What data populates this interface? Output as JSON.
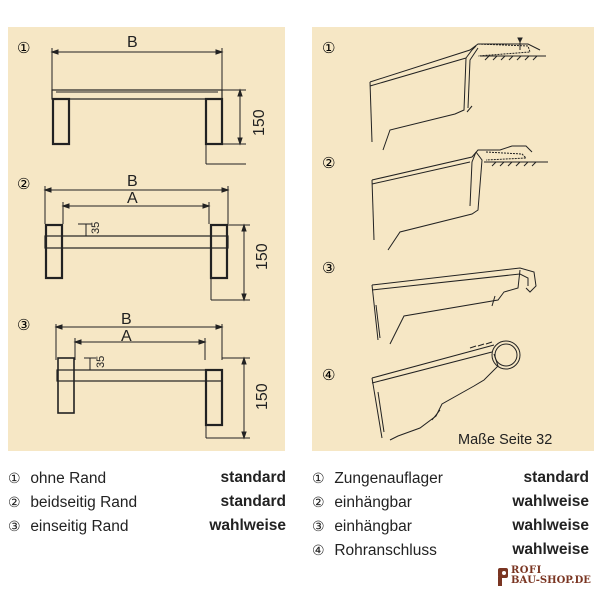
{
  "left_diagram": {
    "figures": [
      {
        "num": "①",
        "dim_b": "B",
        "dim_height": "150"
      },
      {
        "num": "②",
        "dim_b": "B",
        "dim_a": "A",
        "dim_35": "35",
        "dim_height": "150"
      },
      {
        "num": "③",
        "dim_b": "B",
        "dim_a": "A",
        "dim_35": "35",
        "dim_height": "150"
      }
    ]
  },
  "right_diagram": {
    "figures": [
      {
        "num": "①"
      },
      {
        "num": "②"
      },
      {
        "num": "③"
      },
      {
        "num": "④"
      }
    ],
    "note": "Maße Seite 32"
  },
  "legend_left": [
    {
      "num": "①",
      "label": "ohne Rand",
      "value": "standard"
    },
    {
      "num": "②",
      "label": "beidseitig Rand",
      "value": "standard"
    },
    {
      "num": "③",
      "label": "einseitig Rand",
      "value": "wahlweise"
    }
  ],
  "legend_right": [
    {
      "num": "①",
      "label": "Zungenauflager",
      "value": "standard"
    },
    {
      "num": "②",
      "label": "einhängbar",
      "value": "wahlweise"
    },
    {
      "num": "③",
      "label": "einhängbar",
      "value": "wahlweise"
    },
    {
      "num": "④",
      "label": "Rohranschluss",
      "value": "wahlweise"
    }
  ],
  "logo": {
    "line1": "ROFI",
    "line2": "BAU-SHOP.DE"
  },
  "colors": {
    "panel": "#f6e7c5",
    "line": "#222222",
    "logo": "#7a3522"
  }
}
